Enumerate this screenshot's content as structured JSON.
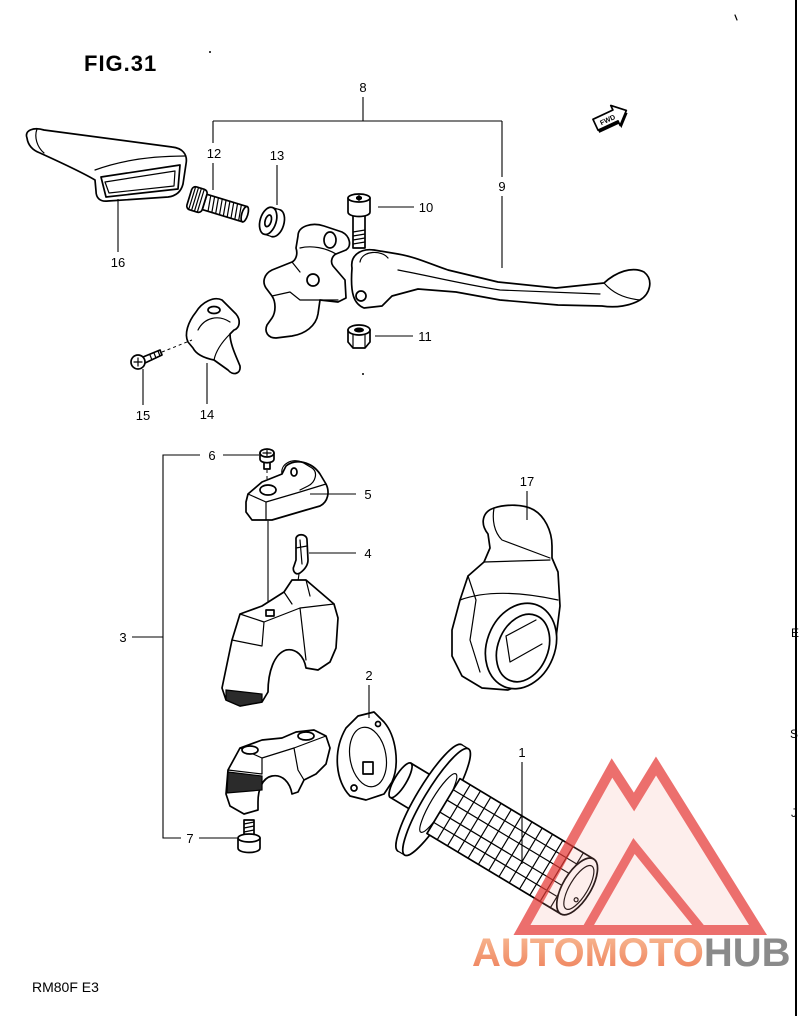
{
  "figure": {
    "title": "FIG.31",
    "model_code": "RM80F E3"
  },
  "direction_label": "FWD",
  "callouts": {
    "n1": "1",
    "n2": "2",
    "n3": "3",
    "n4": "4",
    "n5": "5",
    "n6": "6",
    "n7": "7",
    "n8": "8",
    "n9": "9",
    "n10": "10",
    "n11": "11",
    "n12": "12",
    "n13": "13",
    "n14": "14",
    "n15": "15",
    "n16": "16",
    "n17": "17"
  },
  "edge_fragments": [
    "E",
    "S",
    "J"
  ],
  "watermark": {
    "brand_part1": "AUTOMOTO",
    "brand_part2": "HUB"
  },
  "colors": {
    "background": "#ffffff",
    "line": "#000000",
    "watermark_red": "#e53935",
    "watermark_orange": "#f29a74",
    "watermark_gray": "#8a8a8a"
  }
}
